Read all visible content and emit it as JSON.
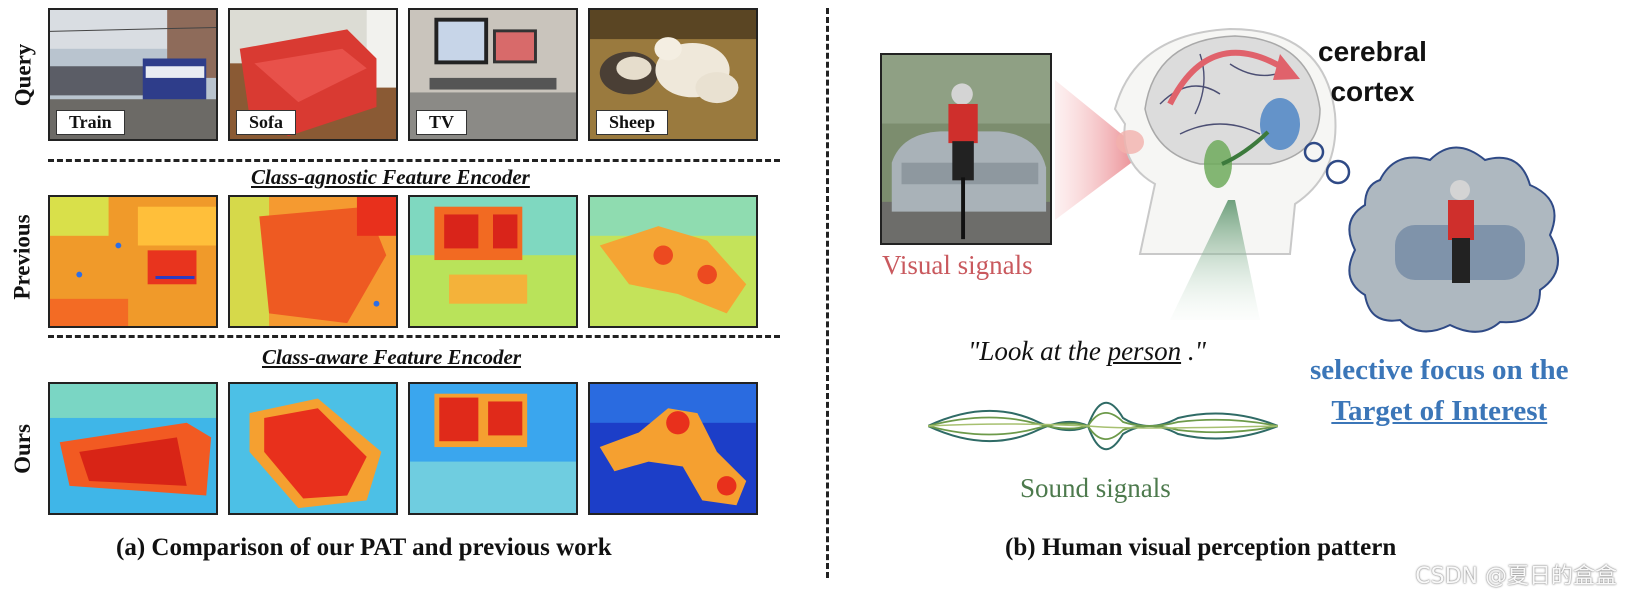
{
  "part_a": {
    "rows": [
      "Query",
      "Previous",
      "Ours"
    ],
    "classes": [
      "Train",
      "Sofa",
      "TV",
      "Sheep"
    ],
    "encoder_previous": "Class-agnostic Feature Encoder",
    "encoder_ours": "Class-aware Feature Encoder",
    "caption": "(a) Comparison of our PAT and previous work"
  },
  "part_b": {
    "visual_signals": "Visual signals",
    "sound_signals": "Sound signals",
    "quote_before": "\"Look at the ",
    "quote_target": "person",
    "quote_after": " .\"",
    "cortex_line1": "cerebral",
    "cortex_line2": "cortex",
    "focus_line1": "selective focus on the",
    "focus_line2": "Target of Interest",
    "caption": "(b) Human visual perception pattern"
  },
  "watermark": "CSDN @夏日的盒盒",
  "colors": {
    "visual": "#c9595e",
    "sound": "#4d7a4d",
    "focus": "#3b76b8",
    "cortex_arrow": "#e0626b"
  }
}
